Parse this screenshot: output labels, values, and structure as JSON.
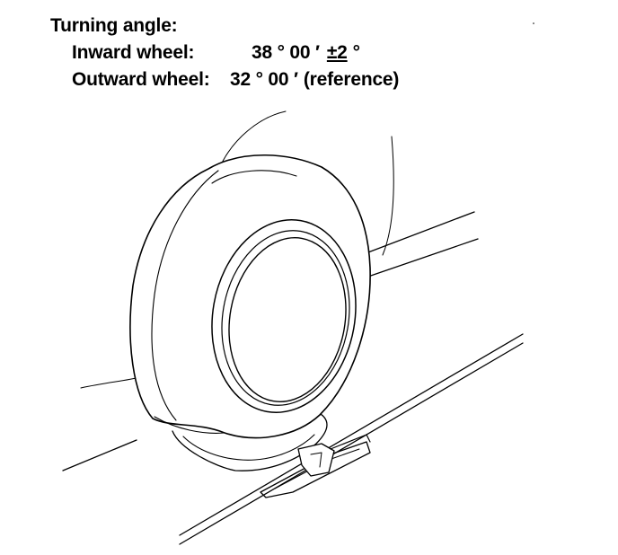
{
  "spec": {
    "title": "Turning angle:",
    "inward": {
      "label": "Inward wheel:",
      "angle": "38 ° 00 ′",
      "tolerance": "±2",
      "degree": "°"
    },
    "outward": {
      "label": "Outward wheel:",
      "angle": "32 ° 00 ′",
      "note": "(reference)"
    }
  },
  "colors": {
    "ink": "#000000",
    "paper": "#ffffff"
  }
}
